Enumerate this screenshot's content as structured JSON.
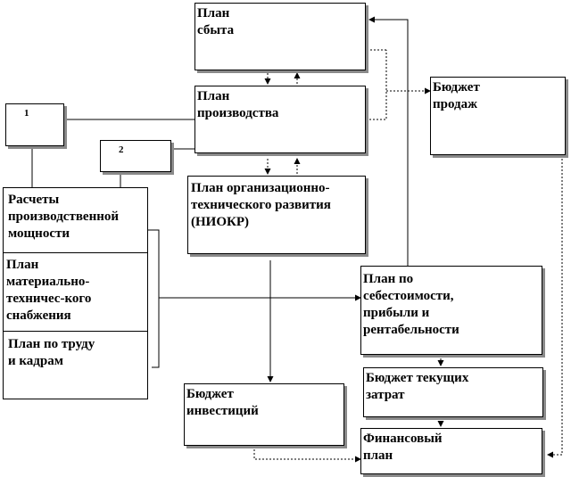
{
  "nodes": {
    "sales_plan": "План\nсбыта",
    "production_plan": "План\nпроизводства",
    "org_tech_plan": "План организационно-\nтехнического развития\n(НИОКР)",
    "sales_budget": "Бюджет\nпродаж",
    "box1_label": "1",
    "box2_label": "2",
    "capacity_calc": "Расчеты\nпроизводственной\n мощности",
    "supply_plan": "План\nматериально-\nтехничес-кого\nснабжения",
    "labor_plan": "План  по  труду\n   и кадрам",
    "cost_profit_plan": "   План  по\nсебестоимости,\nприбыли и\nрентабельности",
    "current_costs_budget": "Бюджет текущих\nзатрат",
    "investment_budget": "Бюджет\nинвестиций",
    "financial_plan": "Финансовый\nплан"
  }
}
